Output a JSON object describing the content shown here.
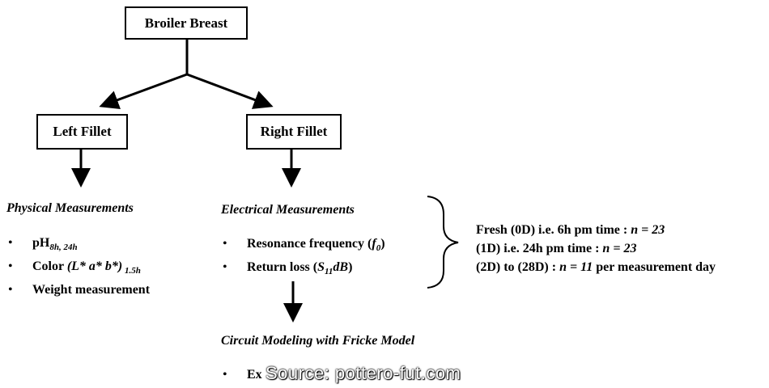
{
  "diagram": {
    "root": "Broiler Breast",
    "left_fillet": "Left Fillet",
    "right_fillet": "Right Fillet",
    "physical": {
      "heading": "Physical Measurements",
      "items": {
        "ph": {
          "main": "pH",
          "sub": "8h, 24h"
        },
        "color": {
          "main": "Color ",
          "formula": "(L* a* b*)",
          "sub": " 1.5h"
        },
        "weight": "Weight measurement"
      }
    },
    "electrical": {
      "heading": "Electrical Measurements",
      "items": {
        "resonance": {
          "text": "Resonance frequency (",
          "var": "f",
          "sub": "0",
          "close": ")"
        },
        "return_loss": {
          "text": "Return loss (",
          "var": "S",
          "sub": "11",
          "unit": "dB",
          "close": ")"
        }
      }
    },
    "groups": [
      {
        "text": "Fresh  (0D)  i.e.  6h pm time : ",
        "n": "n = 23"
      },
      {
        "text": "(1D) i.e.  24h pm time : ",
        "n": "n = 23"
      },
      {
        "text": "(2D) to (28D) : ",
        "n": "n = 11",
        "after": " per measurement day"
      }
    ],
    "circuit": {
      "heading": "Circuit Modeling with Fricke Model",
      "partial_item": "Ex"
    },
    "watermark": "Source: pottero-fut.com"
  }
}
